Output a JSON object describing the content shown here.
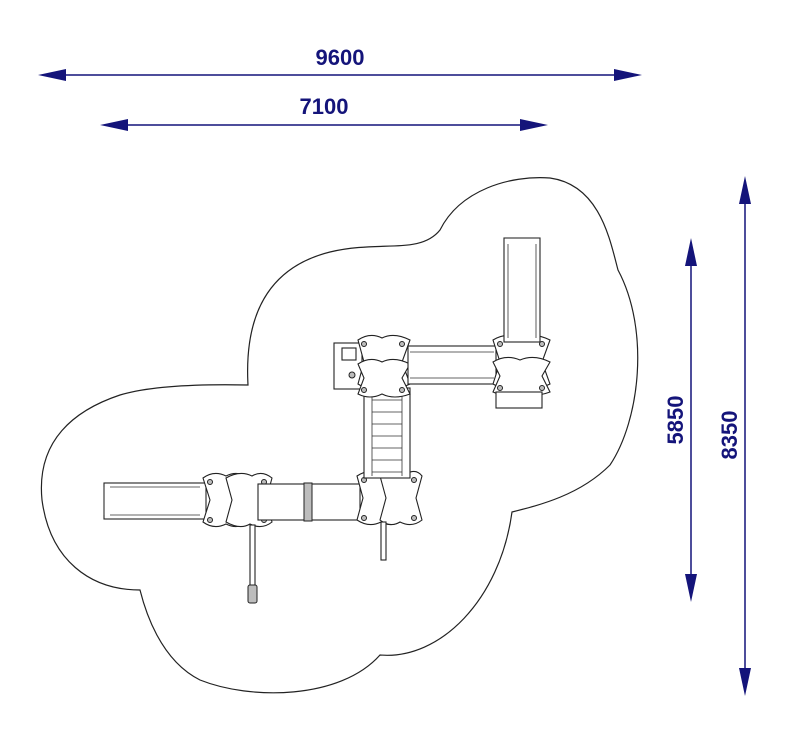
{
  "dimensions": {
    "width_overall": "9600",
    "width_structure": "7100",
    "depth_structure": "5850",
    "depth_overall": "8350"
  },
  "colors": {
    "dimension": "#14147a",
    "outline": "#222222",
    "background": "#ffffff"
  }
}
